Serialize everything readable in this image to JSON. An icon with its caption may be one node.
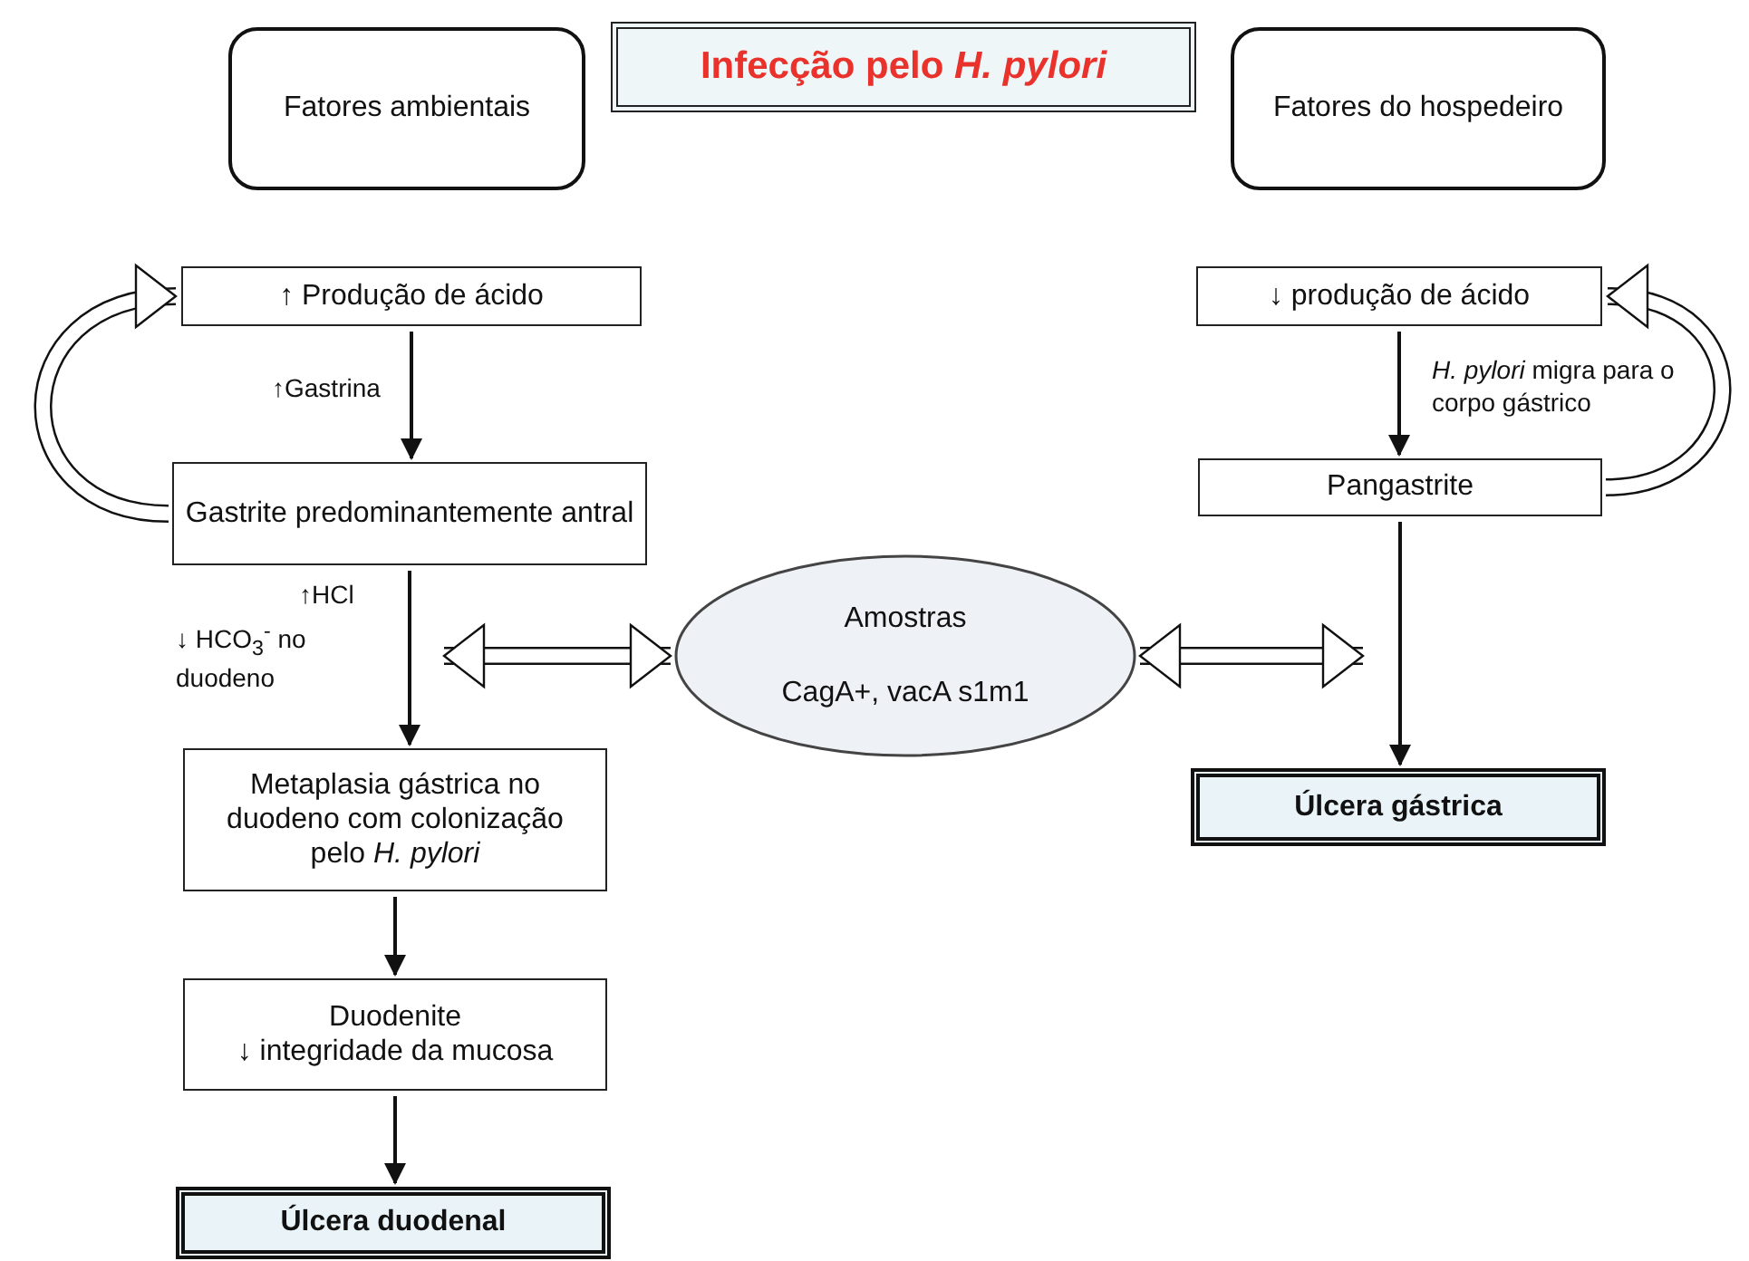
{
  "diagram": {
    "title": "Infecção pelo *H. pylori*",
    "nodes": [
      {
        "text": [
          "Fatores ambientais"
        ]
      },
      {
        "text": [
          "Fatores do hospedeiro"
        ]
      },
      {
        "text": [
          "↑ Produção de ácido"
        ]
      },
      {
        "text": [
          "↓ produção de ácido"
        ]
      },
      {
        "text": [
          "Gastrite predominantemente antral"
        ]
      },
      {
        "text": [
          "Pangastrite"
        ]
      },
      {
        "text": [
          "Amostras",
          "CagA+, vacA s1m1"
        ]
      },
      {
        "text": [
          "Úlcera gástrica"
        ]
      },
      {
        "text": [
          "Metaplasia gástrica no duodeno com colonização pelo *H. pylori*"
        ]
      },
      {
        "text": [
          "Duodenite",
          "↓ integridade da mucosa"
        ]
      },
      {
        "text": [
          "Úlcera duodenal"
        ]
      }
    ],
    "edges": [
      {
        "from": 2,
        "to": 4,
        "arrow": "to",
        "label": "↑Gastrina"
      },
      {
        "from": 4,
        "to": 2,
        "arrow": "to",
        "style": "thick"
      },
      {
        "from": 3,
        "to": 5,
        "arrow": "to",
        "label": "*H. pylori* migra para o corpo gástrico"
      },
      {
        "from": 5,
        "to": 3,
        "arrow": "to",
        "style": "thick"
      },
      {
        "from": 4,
        "to": 8,
        "arrow": "to",
        "label": "↑HCl"
      },
      {
        "from": null,
        "to": 6,
        "arrow": "both",
        "style": "thick"
      },
      {
        "from": 6,
        "to": null,
        "arrow": "both",
        "style": "thick"
      },
      {
        "from": 5,
        "to": 7,
        "arrow": "to"
      },
      {
        "from": 8,
        "to": 9,
        "arrow": "to"
      },
      {
        "from": 9,
        "to": 10,
        "arrow": "to"
      }
    ],
    "labels": [
      "↓ HCO$_{3}$$^{-}$ no duodeno"
    ]
  }
}
